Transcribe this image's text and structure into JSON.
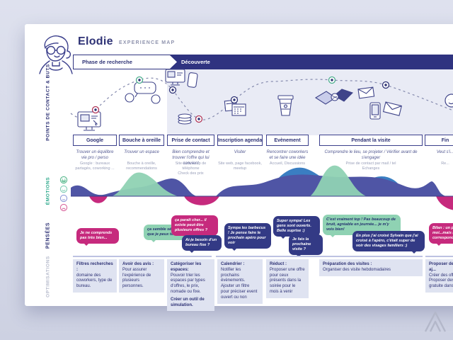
{
  "header": {
    "persona": "Elodie",
    "map_type": "EXPERIENCE MAP"
  },
  "phases": {
    "research": "Phase de recherche",
    "discovery": "Découverte"
  },
  "rails": {
    "touchpoints": "POINTS DE CONTACT & BUTS",
    "emotions": "ÉMOTIONS",
    "thoughts": "PENSÉES",
    "optimizations": "OPTIMISATIONS"
  },
  "columns": [
    {
      "label": "Google",
      "goal": "Trouver un équilibre vie pro / perso",
      "channels": [
        "Google : bureaux partagés, coworking ..."
      ],
      "optimization": {
        "lead": "Filtres recherches :",
        "body": "domaine des coworkers, type de bureau.",
        "extra": ""
      }
    },
    {
      "label": "Bouche à oreille",
      "goal": "Trouver un espace",
      "channels": [
        "Bouche à oreille, recommendations"
      ],
      "optimization": {
        "lead": "Avoir des avis :",
        "body": "Pour assurer l'expérience de plusieurs personnes.",
        "extra": ""
      }
    },
    {
      "label": "Prise de contact",
      "goal": "Bien comprendre et trouver l'offre qui lui convient",
      "channels": [
        "Site web, coup de téléphone",
        "Check des prix"
      ],
      "optimization": {
        "lead": "Catégoriser les espaces:",
        "body": "Pouvoir trier les espaces par types d'offres, le prix, nomade ou fixe.",
        "extra": "Créer un outil de simulation."
      }
    },
    {
      "label": "Inscription agenda",
      "goal": "Visiter",
      "channels": [
        "Site web, page facebook, meetup"
      ],
      "optimization": {
        "lead": "Calendrier :",
        "body": "Notifier les prochains évènements.\nAjouter un filtre pour préciser event ouvert ou non",
        "extra": ""
      }
    },
    {
      "label": "Evènement",
      "goal": "Rencontrer coworkers et se faire une idée",
      "channels": [
        "Accueil, Discussions"
      ],
      "optimization": {
        "lead": "Réduct :",
        "body": "Proposer une offre pour ceux présents dans la soirée pour le mois à venir",
        "extra": ""
      }
    },
    {
      "label": "Pendant la visite",
      "goal": "Comprendre le lieu, se projeter / Vérifier avant de s'engager",
      "channels": [
        "Prise de contact par mail / tel",
        "Echanges"
      ],
      "optimization": {
        "lead": "Préparation des visites :",
        "body": "Organiser des visite hebdomadaires",
        "extra": ""
      }
    },
    {
      "label": "Fin",
      "goal": "Veut s'i...",
      "channels": [
        "Re..."
      ],
      "optimization": {
        "lead": "Proposer des aj...",
        "body": "Créer des offres... Proposer des te... gratuite dans le...",
        "extra": ""
      }
    }
  ],
  "thoughts": [
    {
      "text": "Je ne comprends pas très bien...",
      "mood": "negative"
    },
    {
      "text": "ça semble sérieux. Est-ce que je peux tester ?",
      "mood": "positive"
    },
    {
      "text": "ça paraît cher... il existe peut-être plusieurs offres ?",
      "mood": "negative"
    },
    {
      "text": "Ai-je besoin d'un bureau fixe ?",
      "mood": "questioning"
    },
    {
      "text": "Sympa les barbecus ! Je pense faire le prochain apéro pour voir",
      "mood": "questioning"
    },
    {
      "text": "Super sympa! Les gens sont ouverts. Belle suprise :)",
      "mood": "questioning"
    },
    {
      "text": "Je fais la prochaine visite ?",
      "mood": "questioning"
    },
    {
      "text": "C'est vraiment top ! Pas beaucoup de bruit, agréable en journée... je m'y vois bien!",
      "mood": "positive"
    },
    {
      "text": "En plus j'ai croisé Sylvain que j'ai croisé à l'apéro, c'était super de voir des visages familiers :)",
      "mood": "questioning"
    },
    {
      "text": "Bilan : un poste fi... moi...mais le mod... correspondre en p...",
      "mood": "negative"
    }
  ],
  "emotions": {
    "scale_icons": [
      {
        "name": "very-happy-face-icon",
        "color": "#56b88c"
      },
      {
        "name": "happy-face-icon",
        "color": "#7fcdb4"
      },
      {
        "name": "neutral-face-icon",
        "color": "#8f9bd8"
      },
      {
        "name": "sad-face-icon",
        "color": "#d9679f"
      }
    ],
    "curve_colors": {
      "indigo": "#4f55a5",
      "blue": "#3a7ec2",
      "mint": "#8fd2b3",
      "magenta": "#c62a7d"
    }
  },
  "journey_icons": [
    "desktop-computer",
    "word-of-mouth",
    "desktop-and-phone",
    "coins",
    "calendar",
    "coffee-cup",
    "handshake",
    "envelope",
    "smartphone",
    "envelope",
    "person-face"
  ],
  "accent_colors": {
    "navy": "#2f3380",
    "magenta": "#c62a7d",
    "mint": "#8fd2b3",
    "lavender_zone": "#e9ebf5"
  }
}
